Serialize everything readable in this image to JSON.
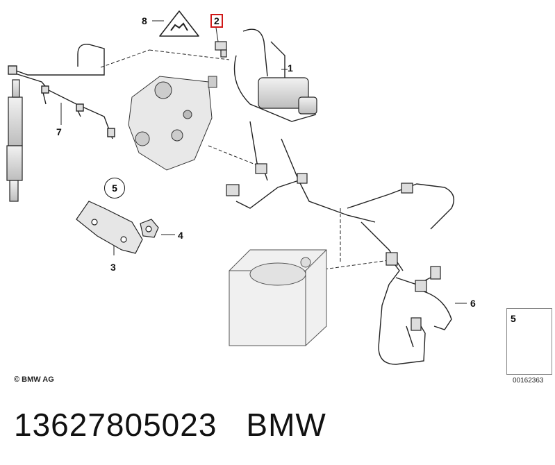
{
  "callouts": {
    "c1": "1",
    "c2": "2",
    "c3": "3",
    "c4": "4",
    "c5": "5",
    "c6": "6",
    "c7": "7",
    "c8": "8"
  },
  "legend": {
    "item_number": "5"
  },
  "copyright": "© BMW AG",
  "drawing_number": "00162363",
  "footer": {
    "part_number": "13627805023",
    "brand": "BMW"
  },
  "colors": {
    "highlight": "#d01818",
    "line": "#222222",
    "shade": "#cfcfcf"
  }
}
